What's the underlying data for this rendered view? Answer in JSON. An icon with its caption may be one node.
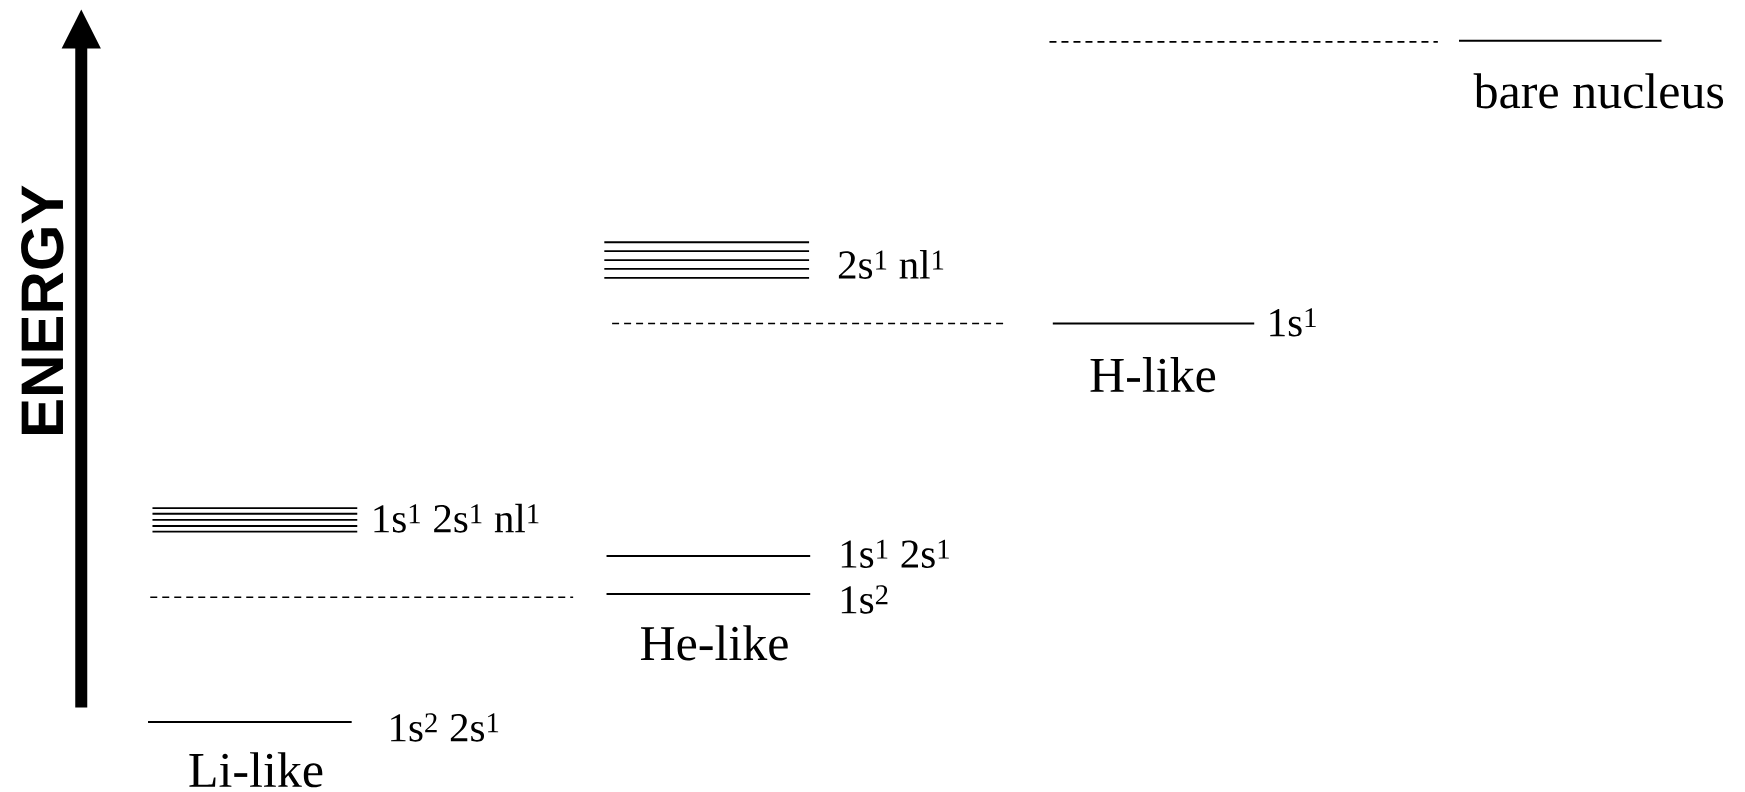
{
  "diagram": {
    "labels": [
      "ENERGY",
      "bare nucleus",
      "2s$^{1}$ nl$^{1}$",
      "1s$^{1}$",
      "H-like",
      "1s$^{1}$ 2s$^{1}$ nl$^{1}$",
      "1s$^{1}$ 2s$^{1}$",
      "1s$^{2}$",
      "He-like",
      "1s$^{2}$ 2s$^{1}$",
      "Li-like"
    ]
  }
}
